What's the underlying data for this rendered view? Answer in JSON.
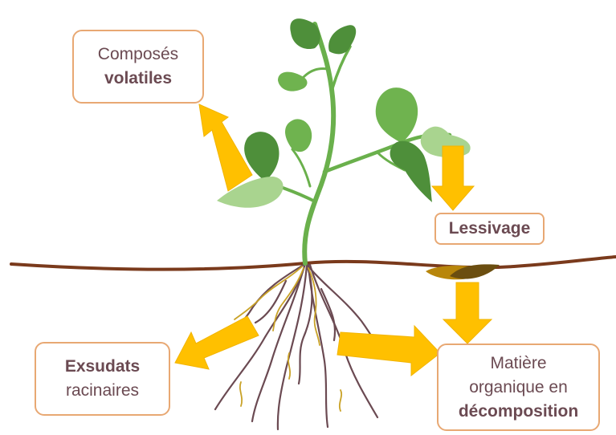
{
  "labels": {
    "volatiles": {
      "line1": "Composés",
      "line2": "volatiles"
    },
    "lessivage": {
      "line1": "Lessivage"
    },
    "exsudats": {
      "line1": "Exsudats",
      "line2": "racinaires"
    },
    "matiere": {
      "line1": "Matière",
      "line2": "organique en",
      "line3": "décomposition"
    }
  },
  "colors": {
    "box_border": "#e8a873",
    "text": "#6b4a52",
    "arrow": "#ffc000",
    "arrow_outline": "#f2b400",
    "stem": "#6ab04c",
    "leaf_dark": "#4e8f3a",
    "leaf_mid": "#6fb34f",
    "leaf_light": "#a9d48f",
    "soil_line": "#7a3a1c",
    "root": "#6b4a52",
    "root_yellow": "#c9a227",
    "litter": "#b8860b"
  }
}
